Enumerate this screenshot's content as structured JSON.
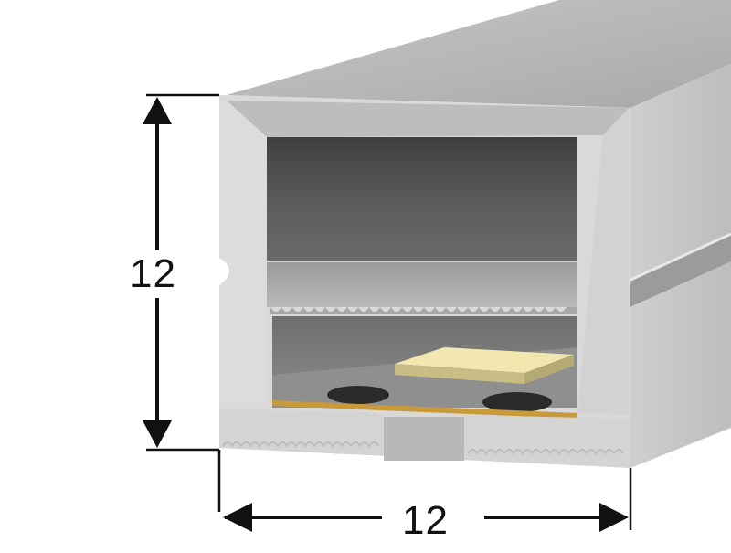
{
  "dimensions": {
    "height_label": "12",
    "width_label": "12"
  },
  "colors": {
    "profile_face": "#d6d6d6",
    "profile_side": "#c4c4c4",
    "profile_top": "#b9b9b9",
    "inner_dark": "#5a5a5a",
    "led_chip": "#e6d79c",
    "pcb_strip": "#c89a3a",
    "dimension_line": "#111111"
  },
  "parts": {
    "led_chip_icon": "led-chip",
    "pcb_strip_icon": "pcb-strip"
  }
}
